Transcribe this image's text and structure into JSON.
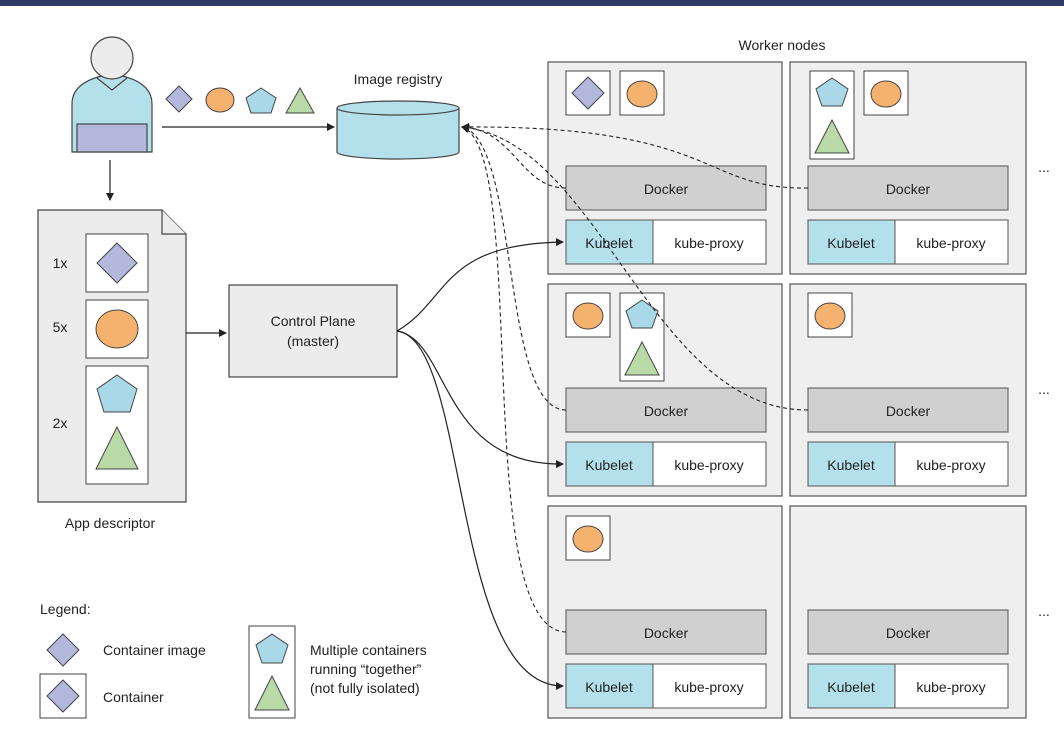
{
  "worker_nodes_title": "Worker nodes",
  "image_registry_label": "Image registry",
  "app_descriptor": {
    "label": "App descriptor",
    "rows": [
      {
        "count": "1x",
        "shapes": [
          "diamond"
        ]
      },
      {
        "count": "5x",
        "shapes": [
          "circle"
        ]
      },
      {
        "count": "2x",
        "shapes": [
          "pentagon",
          "triangle"
        ]
      }
    ]
  },
  "control_plane": {
    "line1": "Control Plane",
    "line2": "(master)"
  },
  "node_labels": {
    "docker": "Docker",
    "kubelet": "Kubelet",
    "kube_proxy": "kube-proxy"
  },
  "ellipsis": "...",
  "legend": {
    "title": "Legend:",
    "container_image": "Container image",
    "container": "Container",
    "multi_line1": "Multiple containers",
    "multi_line2": "running “together”",
    "multi_line3": "(not fully isolated)"
  },
  "colors": {
    "topbar": "#2f3a66",
    "diamond": "#b3b7dc",
    "circle": "#f4b26e",
    "pentagon": "#a9d9e8",
    "triangle": "#b9d9a7",
    "registry": "#b4e0ec",
    "docker": "#d0d0d0",
    "kubelet": "#b4e0ec",
    "node_bg": "#efefef",
    "person": "#b4e0ec"
  }
}
